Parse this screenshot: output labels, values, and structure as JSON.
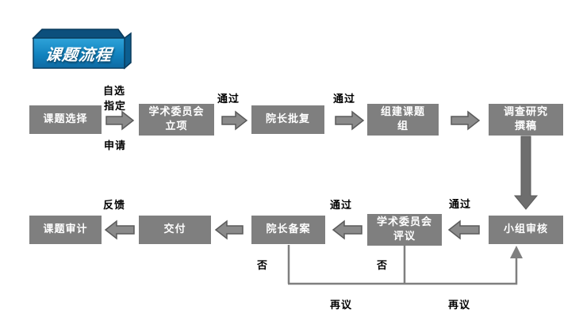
{
  "banner": {
    "title": "课题流程"
  },
  "diagram": {
    "type": "flowchart",
    "row1": [
      {
        "id": "topic-selection",
        "lines": [
          "课题选择"
        ]
      },
      {
        "id": "academic-committee-approval",
        "lines": [
          "学术委员会",
          "立项"
        ]
      },
      {
        "id": "dean-approval",
        "lines": [
          "院长批复"
        ]
      },
      {
        "id": "form-project-team",
        "lines": [
          "组建课题",
          "组"
        ]
      },
      {
        "id": "research-drafting",
        "lines": [
          "调查研究",
          "撰稿"
        ]
      }
    ],
    "row2": [
      {
        "id": "topic-audit",
        "lines": [
          "课题审计"
        ]
      },
      {
        "id": "delivery",
        "lines": [
          "交付"
        ]
      },
      {
        "id": "dean-filing",
        "lines": [
          "院长备案"
        ]
      },
      {
        "id": "academic-committee-review",
        "lines": [
          "学术委员会",
          "评议"
        ]
      },
      {
        "id": "group-review",
        "lines": [
          "小组审核"
        ]
      }
    ],
    "labels": {
      "self_select": "自选",
      "assigned": "指定",
      "apply": "申请",
      "pass": "通过",
      "feedback": "反馈",
      "no": "否",
      "reconsider": "再议"
    }
  },
  "colors": {
    "node_fill": "#7f7f7f",
    "node_text": "#ffffff",
    "arrow_fill": "#8a8a8a",
    "arrow_outline": "#5a5a5a",
    "connector_gray": "#7f7f7f",
    "banner_front_top": "#2fa3d9",
    "banner_front_bottom": "#0e6aa3",
    "banner_top_face": "#0c4f7c",
    "banner_side_face": "#0c5e90",
    "banner_outline": "#093a5b",
    "label_text": "#000000",
    "background": "#ffffff"
  }
}
